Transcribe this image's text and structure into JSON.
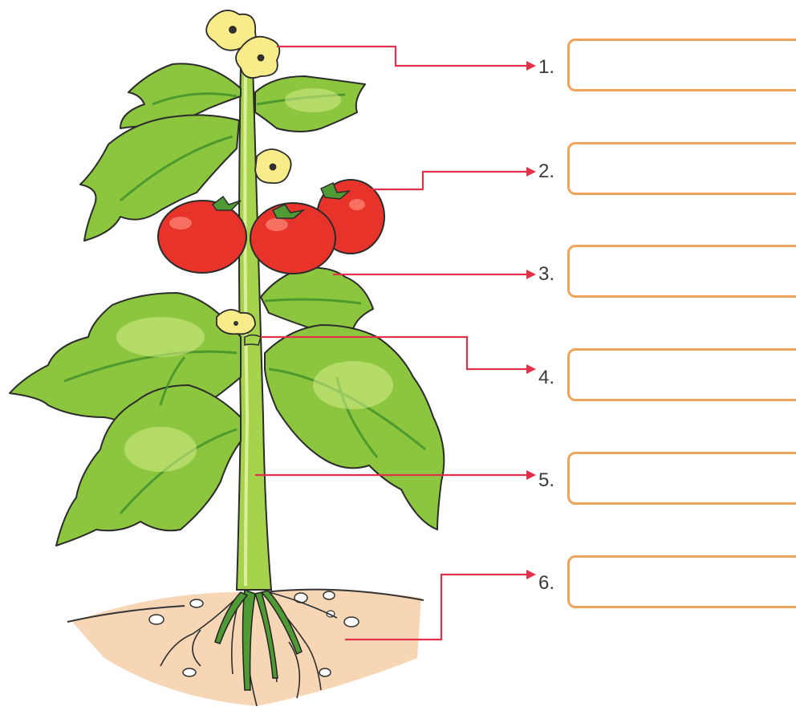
{
  "diagram": {
    "labels": [
      {
        "number": "1.",
        "part": "flower"
      },
      {
        "number": "2.",
        "part": "fruit"
      },
      {
        "number": "3.",
        "part": "leaf"
      },
      {
        "number": "4.",
        "part": "bud"
      },
      {
        "number": "5.",
        "part": "stem"
      },
      {
        "number": "6.",
        "part": "root"
      }
    ],
    "answers": [
      "",
      "",
      "",
      "",
      "",
      ""
    ]
  },
  "colors": {
    "leaf": "#8cc63f",
    "leaf_dark": "#3f8f2a",
    "stem": "#a6d34c",
    "fruit": "#e8332a",
    "flower": "#f7eb8a",
    "soil": "#f3c9a0",
    "arrow": "#e0324b",
    "box_border": "#f0a35a"
  }
}
